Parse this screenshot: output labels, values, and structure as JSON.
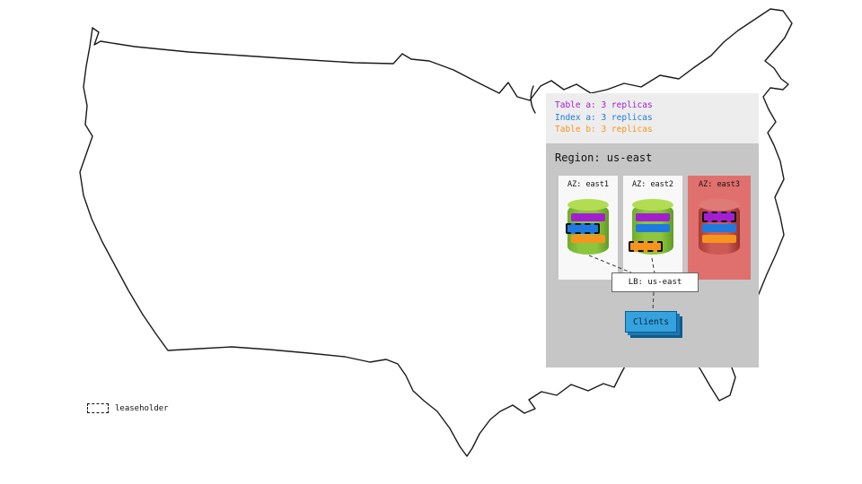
{
  "legend": {
    "items": [
      {
        "label": "Table a: 3 replicas",
        "color": "#a21fd0"
      },
      {
        "label": "Index a: 3 replicas",
        "color": "#1f7ae0"
      },
      {
        "label": "Table b: 3 replicas",
        "color": "#f7941d"
      }
    ]
  },
  "region": {
    "title": "Region: us-east",
    "azs": [
      {
        "label": "AZ: east1",
        "highlighted": false,
        "replicas": [
          {
            "name": "Table a",
            "leaseholder": false
          },
          {
            "name": "Index a",
            "leaseholder": true
          },
          {
            "name": "Table b",
            "leaseholder": false
          }
        ]
      },
      {
        "label": "AZ: east2",
        "highlighted": false,
        "replicas": [
          {
            "name": "Table a",
            "leaseholder": false
          },
          {
            "name": "Index a",
            "leaseholder": false
          },
          {
            "name": "Table b",
            "leaseholder": true
          }
        ]
      },
      {
        "label": "AZ: east3",
        "highlighted": true,
        "replicas": [
          {
            "name": "Table a",
            "leaseholder": true
          },
          {
            "name": "Index a",
            "leaseholder": false
          },
          {
            "name": "Table b",
            "leaseholder": false
          }
        ]
      }
    ],
    "load_balancer": {
      "label": "LB: us-east"
    },
    "clients": {
      "label": "Clients"
    }
  },
  "leaseholder_legend": {
    "label": "leaseholder"
  },
  "colors": {
    "table_a": "#a21fd0",
    "index_a": "#1f7ae0",
    "table_b": "#f7941d",
    "az_highlight": "#e0706e",
    "cylinder_green": "#8cc63e",
    "cylinder_red": "#cc5a55",
    "clients_blue": "#35a2dd",
    "region_bg": "#c6c6c6",
    "legend_bg": "#ededed",
    "map_outline": "#1a1a1a"
  }
}
